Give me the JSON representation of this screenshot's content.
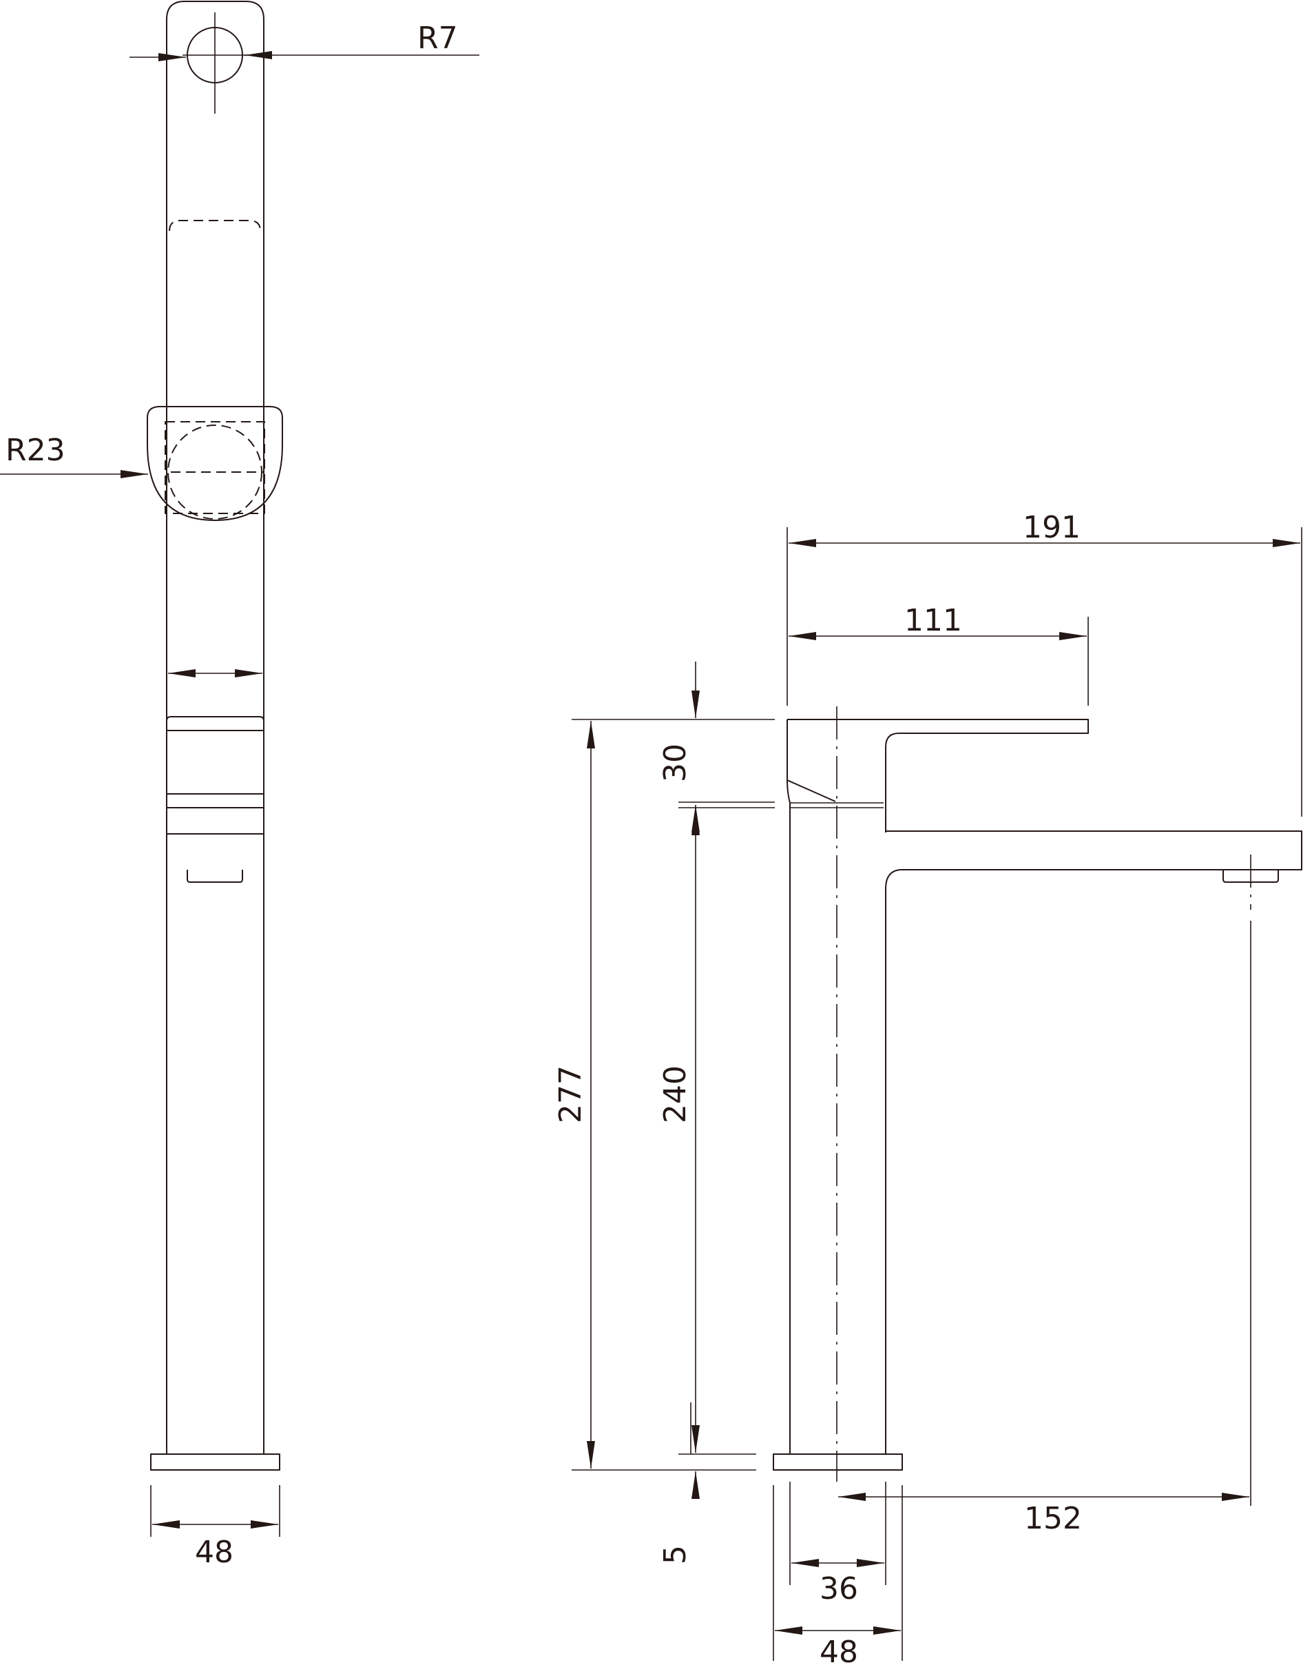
{
  "title": "",
  "dimensions": {
    "r7": "R7",
    "r23": "R23",
    "w48_side": "48",
    "d191": "191",
    "d111": "111",
    "d30": "30",
    "d240": "240",
    "d277": "277",
    "d5": "5",
    "d152": "152",
    "d36": "36",
    "w48_base": "48"
  },
  "colors": {
    "line": "#231815",
    "background": "#ffffff"
  }
}
